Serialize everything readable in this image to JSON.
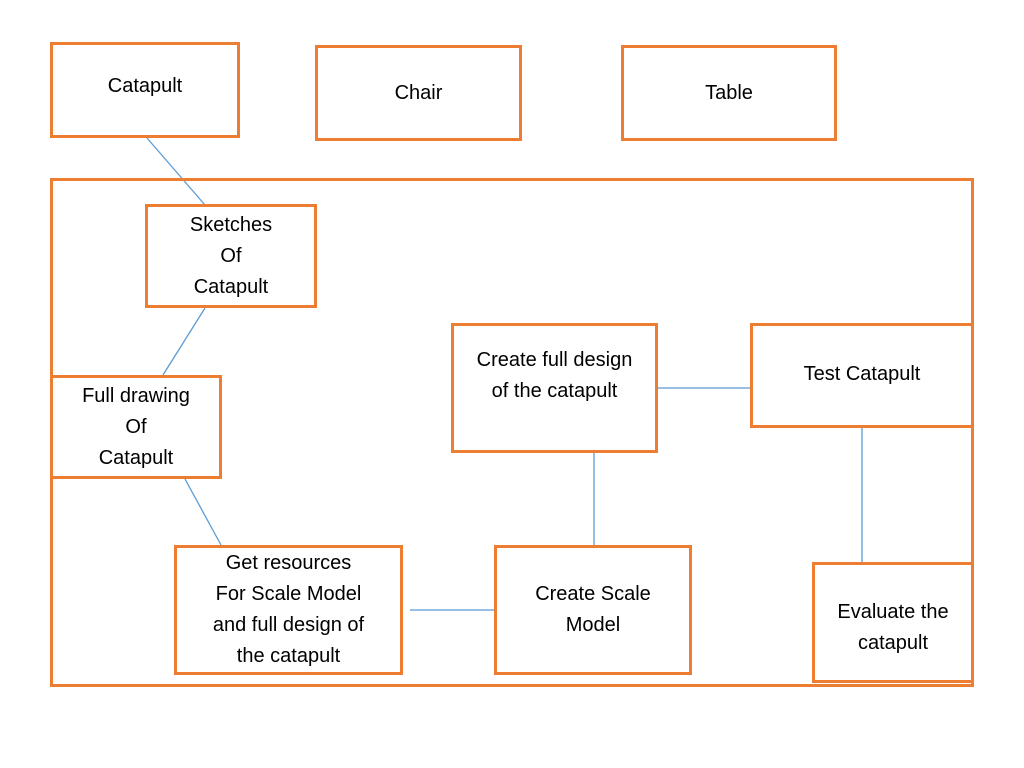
{
  "colors": {
    "box_border": "#ED7D31",
    "connector": "#5B9BD5",
    "text": "#000000",
    "background": "#FFFFFF"
  },
  "top_row": {
    "catapult": "Catapult",
    "chair": "Chair",
    "table": "Table"
  },
  "process": {
    "sketches": "Sketches\nOf\nCatapult",
    "full_drawing": "Full drawing\nOf\nCatapult",
    "get_resources": "Get resources\nFor Scale Model\nand full design of\nthe catapult",
    "create_scale_model": "Create Scale\nModel",
    "create_full_design": "Create full design\nof the catapult",
    "test_catapult": "Test Catapult",
    "evaluate": "Evaluate the\ncatapult"
  },
  "connections": [
    [
      "catapult",
      "sketches"
    ],
    [
      "sketches",
      "full_drawing"
    ],
    [
      "full_drawing",
      "get_resources"
    ],
    [
      "get_resources",
      "create_scale_model"
    ],
    [
      "create_scale_model",
      "create_full_design"
    ],
    [
      "create_full_design",
      "test_catapult"
    ],
    [
      "test_catapult",
      "evaluate"
    ]
  ]
}
